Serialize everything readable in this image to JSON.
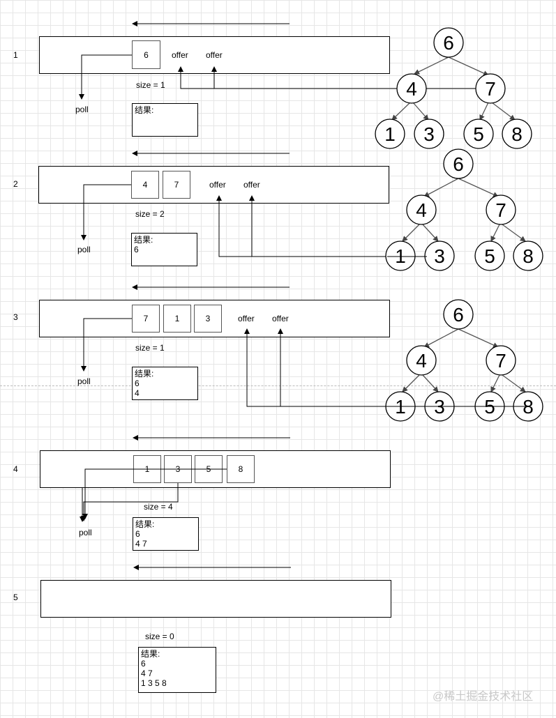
{
  "steps": [
    {
      "num": "1",
      "cells": [
        "6"
      ],
      "offers": [
        "offer",
        "offer"
      ],
      "poll": "poll",
      "size": "size = 1",
      "result_title": "结果:",
      "result_lines": []
    },
    {
      "num": "2",
      "cells": [
        "4",
        "7"
      ],
      "offers": [
        "offer",
        "offer"
      ],
      "poll": "poll",
      "size": "size = 2",
      "result_title": "结果:",
      "result_lines": [
        "6"
      ]
    },
    {
      "num": "3",
      "cells": [
        "7",
        "1",
        "3"
      ],
      "offers": [
        "offer",
        "offer"
      ],
      "poll": "poll",
      "size": "size = 1",
      "result_title": "结果:",
      "result_lines": [
        "6",
        "4"
      ]
    },
    {
      "num": "4",
      "cells": [
        "1",
        "3",
        "5",
        "8"
      ],
      "offers": [],
      "poll": "poll",
      "size": "size = 4",
      "result_title": "结果:",
      "result_lines": [
        "6",
        "4 7"
      ]
    },
    {
      "num": "5",
      "cells": [],
      "offers": [],
      "poll": "",
      "size": "size = 0",
      "result_title": "结果:",
      "result_lines": [
        "6",
        "4 7",
        "1 3 5 8"
      ]
    }
  ],
  "tree": {
    "root": "6",
    "level1": [
      "4",
      "7"
    ],
    "level2": [
      "1",
      "3",
      "5",
      "8"
    ]
  },
  "watermark": "@稀土掘金技术社区"
}
